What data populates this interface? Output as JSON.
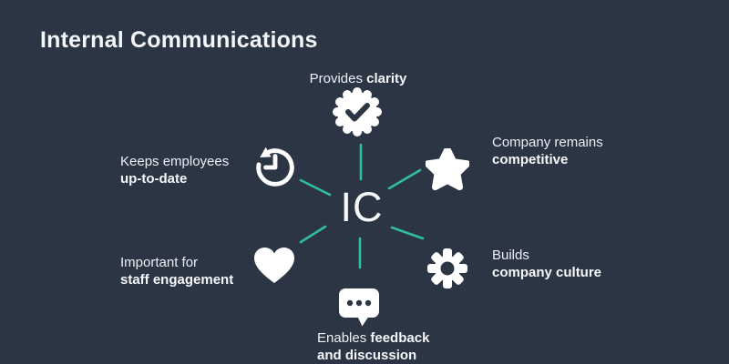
{
  "title": "Internal Communications",
  "center_label": "IC",
  "colors": {
    "background": "#2c3544",
    "accent": "#2fbf9d",
    "text": "#eef1f6",
    "icon": "#ffffff"
  },
  "nodes": [
    {
      "id": "clarity",
      "position": "top",
      "icon": "seal-check-icon",
      "line1_normal": "Provides ",
      "line1_bold": "clarity",
      "line2_normal": "",
      "line2_bold": ""
    },
    {
      "id": "competitive",
      "position": "top-right",
      "icon": "star-icon",
      "line1_normal": "Company remains",
      "line1_bold": "",
      "line2_normal": "",
      "line2_bold": "competitive"
    },
    {
      "id": "culture",
      "position": "bottom-right",
      "icon": "gear-icon",
      "line1_normal": "Builds",
      "line1_bold": "",
      "line2_normal": "",
      "line2_bold": "company culture"
    },
    {
      "id": "feedback",
      "position": "bottom",
      "icon": "chat-dots-icon",
      "line1_normal": "Enables ",
      "line1_bold": "feedback",
      "line2_normal": "",
      "line2_bold": "and discussion"
    },
    {
      "id": "engagement",
      "position": "bottom-left",
      "icon": "heart-icon",
      "line1_normal": "Important for",
      "line1_bold": "",
      "line2_normal": "",
      "line2_bold": "staff engagement"
    },
    {
      "id": "up-to-date",
      "position": "top-left",
      "icon": "history-clock-icon",
      "line1_normal": "Keeps employees",
      "line1_bold": "",
      "line2_normal": "",
      "line2_bold": "up-to-date"
    }
  ]
}
